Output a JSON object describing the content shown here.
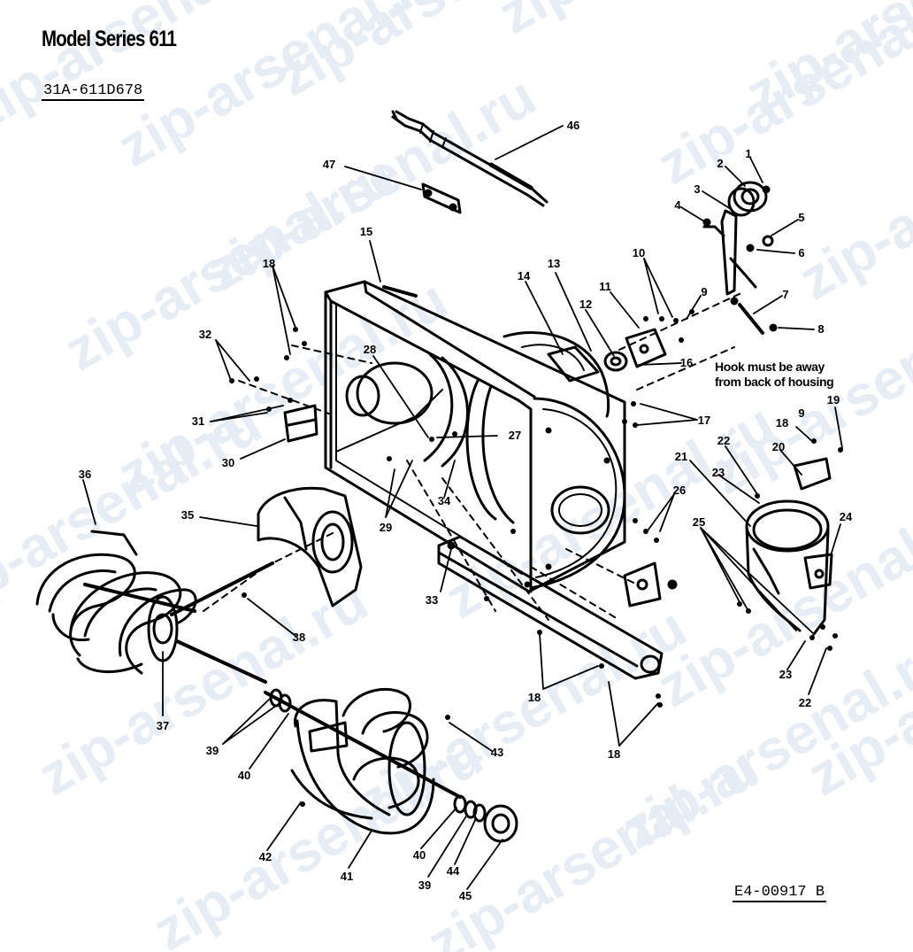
{
  "header": {
    "title": "Model Series 611",
    "model_number": "31A-611D678"
  },
  "footer": {
    "reference": "E4-00917 B"
  },
  "note": {
    "line1": "Hook must be away",
    "line2": "from back of housing"
  },
  "watermark": {
    "text": "zip-arsenal.ru"
  },
  "callouts": [
    {
      "text": "46"
    },
    {
      "text": "47"
    },
    {
      "text": "1"
    },
    {
      "text": "2"
    },
    {
      "text": "3"
    },
    {
      "text": "4"
    },
    {
      "text": "5"
    },
    {
      "text": "6"
    },
    {
      "text": "7"
    },
    {
      "text": "8"
    },
    {
      "text": "15"
    },
    {
      "text": "18"
    },
    {
      "text": "10"
    },
    {
      "text": "9"
    },
    {
      "text": "11"
    },
    {
      "text": "12"
    },
    {
      "text": "13"
    },
    {
      "text": "14"
    },
    {
      "text": "16"
    },
    {
      "text": "32"
    },
    {
      "text": "28"
    },
    {
      "text": "31"
    },
    {
      "text": "30"
    },
    {
      "text": "27"
    },
    {
      "text": "17"
    },
    {
      "text": "19"
    },
    {
      "text": "18"
    },
    {
      "text": "9"
    },
    {
      "text": "20"
    },
    {
      "text": "22"
    },
    {
      "text": "21"
    },
    {
      "text": "23"
    },
    {
      "text": "36"
    },
    {
      "text": "26"
    },
    {
      "text": "24"
    },
    {
      "text": "25"
    },
    {
      "text": "35"
    },
    {
      "text": "29"
    },
    {
      "text": "34"
    },
    {
      "text": "33"
    },
    {
      "text": "38"
    },
    {
      "text": "37"
    },
    {
      "text": "23"
    },
    {
      "text": "22"
    },
    {
      "text": "18"
    },
    {
      "text": "18"
    },
    {
      "text": "39"
    },
    {
      "text": "40"
    },
    {
      "text": "43"
    },
    {
      "text": "42"
    },
    {
      "text": "41"
    },
    {
      "text": "40"
    },
    {
      "text": "39"
    },
    {
      "text": "44"
    },
    {
      "text": "45"
    }
  ]
}
